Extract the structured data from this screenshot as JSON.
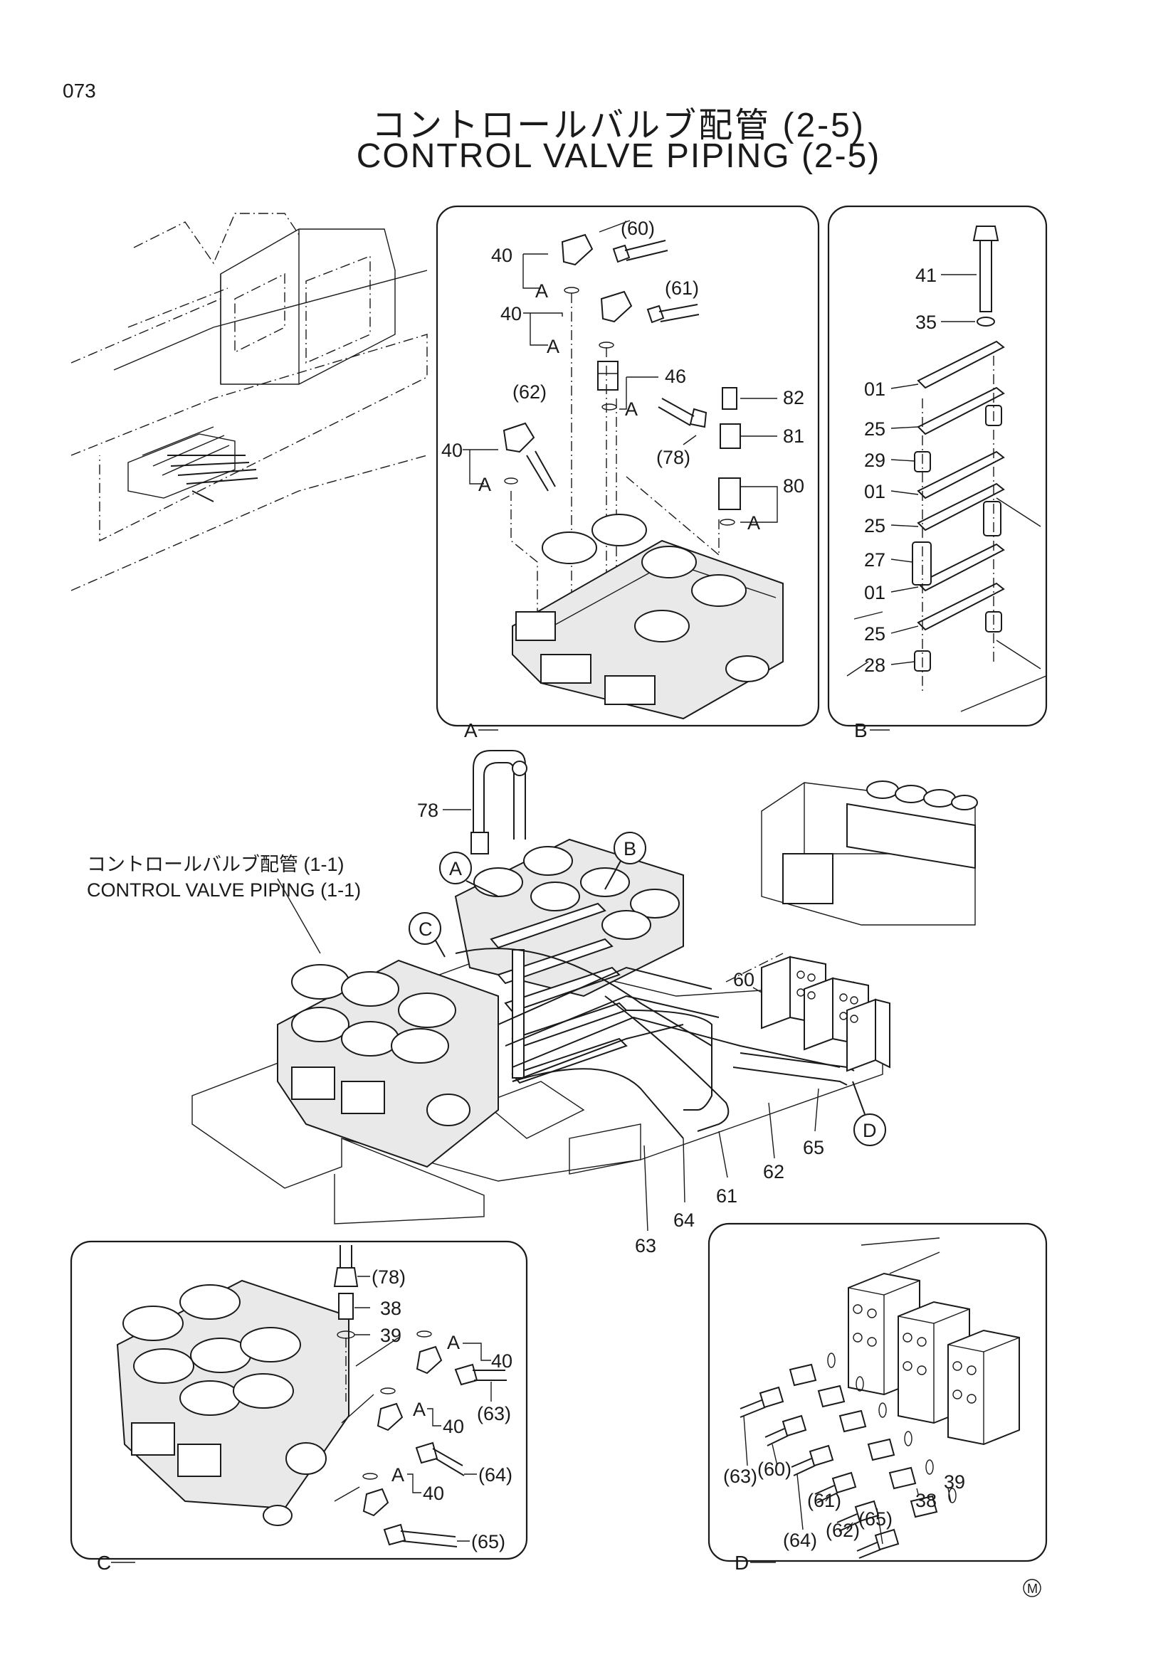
{
  "page_number": "073",
  "title_jp": "コントロールバルブ配管 (2-5)",
  "title_en": "CONTROL VALVE PIPING (2-5)",
  "reference_jp": "コントロールバルブ配管 (1-1)",
  "reference_en": "CONTROL VALVE PIPING (1-1)",
  "detail_views": [
    "A",
    "B",
    "C",
    "D"
  ],
  "callouts": [
    "A",
    "B",
    "C",
    "D"
  ],
  "detail_a": {
    "labels": [
      "(60)",
      "40",
      "A",
      "(61)",
      "40",
      "A",
      "46",
      "A",
      "(62)",
      "82",
      "40",
      "81",
      "A",
      "(78)",
      "80",
      "A"
    ]
  },
  "detail_b": {
    "labels": [
      "41",
      "35",
      "01",
      "25",
      "29",
      "01",
      "25",
      "27",
      "01",
      "25",
      "28"
    ]
  },
  "main_view": {
    "labels": [
      "78",
      "60",
      "65",
      "62",
      "61",
      "64",
      "63"
    ]
  },
  "detail_c": {
    "labels": [
      "(78)",
      "38",
      "39",
      "A",
      "40",
      "(63)",
      "A",
      "40",
      "(64)",
      "A",
      "40",
      "(65)"
    ]
  },
  "detail_d": {
    "labels": [
      "(63)",
      "(60)",
      "(64)",
      "(61)",
      "(62)",
      "(65)",
      "38",
      "39"
    ]
  },
  "mark": "M"
}
